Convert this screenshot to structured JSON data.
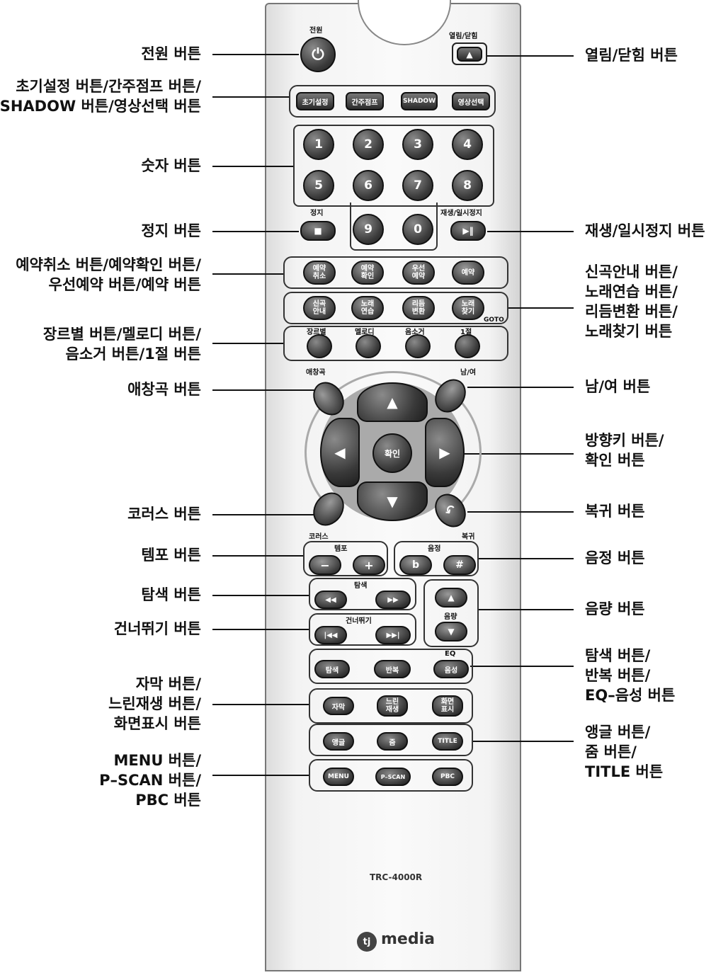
{
  "left_labels": {
    "power": "전원 버튼",
    "setup_line1": "초기설정 버튼/간주점프 버튼/",
    "setup_line2": "SHADOW 버튼/영상선택 버튼",
    "number": "숫자 버튼",
    "stop": "정지 버튼",
    "reserve_line1": "예약취소 버튼/예약확인 버튼/",
    "reserve_line2": "우선예약 버튼/예약 버튼",
    "genre_line1": "장르별 버튼/멜로디 버튼/",
    "genre_line2": "음소거 버튼/1절 버튼",
    "favorite": "애창곡 버튼",
    "chorus": "코러스 버튼",
    "tempo": "템포 버튼",
    "search": "탐색 버튼",
    "skip": "건너뛰기 버튼",
    "sub_line1": "자막 버튼/",
    "sub_line2": "느린재생 버튼/",
    "sub_line3": "화면표시 버튼",
    "menu_line1": "MENU 버튼/",
    "menu_line2": "P–SCAN 버튼/",
    "menu_line3": "PBC 버튼"
  },
  "right_labels": {
    "open": "열림/닫힘 버튼",
    "play": "재생/일시정지 버튼",
    "newsong_line1": "신곡안내 버튼/",
    "newsong_line2": "노래연습 버튼/",
    "newsong_line3": "리듬변환 버튼/",
    "newsong_line4": "노래찾기 버튼",
    "gender": "남/여 버튼",
    "dir_line1": "방향키 버튼/",
    "dir_line2": "확인 버튼",
    "back": "복귀 버튼",
    "key": "음정 버튼",
    "volume": "음량 버튼",
    "eq_line1": "탐색 버튼/",
    "eq_line2": "반복 버튼/",
    "eq_line3": "EQ–음성 버튼",
    "angle_line1": "앵글 버튼/",
    "angle_line2": "줌 버튼/",
    "angle_line3": "TITLE 버튼"
  },
  "remote": {
    "power": "전원",
    "open_close": "열림/닫힘",
    "row_setup": [
      "초기설정",
      "간주점프",
      "SHADOW",
      "영상선택"
    ],
    "numbers": [
      "1",
      "2",
      "3",
      "4",
      "5",
      "6",
      "7",
      "8",
      "9",
      "0"
    ],
    "stop_label": "정지",
    "play_label": "재생/일시정지",
    "reserve": [
      [
        "예약",
        "취소"
      ],
      [
        "예약",
        "확인"
      ],
      [
        "우선",
        "예약"
      ],
      [
        "예약",
        ""
      ]
    ],
    "newsong": [
      [
        "신곡",
        "안내"
      ],
      [
        "노래",
        "연습"
      ],
      [
        "리듬",
        "변환"
      ],
      [
        "노래",
        "찾기"
      ]
    ],
    "goto": "GOTO",
    "genre": [
      "장르별",
      "멜로디",
      "음소거",
      "1절"
    ],
    "favorite": "애창곡",
    "gender": "남/여",
    "ok": "확인",
    "chorus": "코러스",
    "back": "복귀",
    "tempo": "템포",
    "key": "음정",
    "key_flat": "b",
    "key_sharp": "#",
    "search": "탐색",
    "skip": "건너뛰기",
    "volume": "음량",
    "eq": "EQ",
    "row_eq": [
      "탐색",
      "반복",
      "음성"
    ],
    "row_sub": [
      [
        "자막",
        ""
      ],
      [
        "느린",
        "재생"
      ],
      [
        "화면",
        "표시"
      ]
    ],
    "row_angle": [
      "앵글",
      "줌",
      "TITLE"
    ],
    "row_menu": [
      "MENU",
      "P–SCAN",
      "PBC"
    ],
    "model": "TRC-4000R",
    "brand": "media"
  }
}
